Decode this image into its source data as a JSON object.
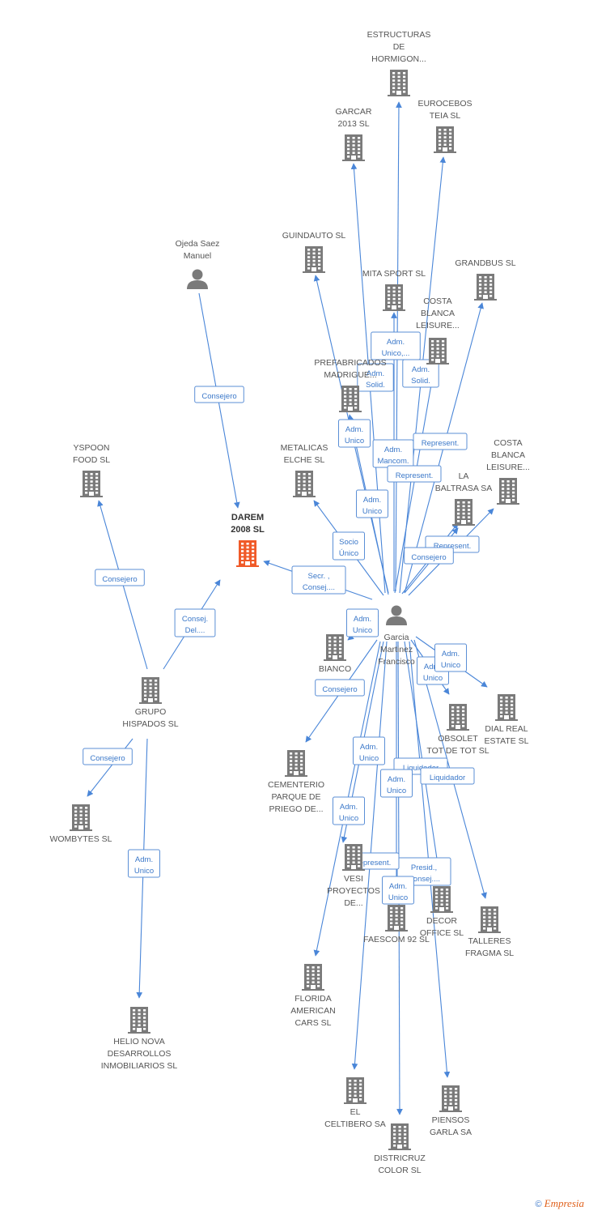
{
  "colors": {
    "building": "#7a7a7a",
    "main": "#f05a28",
    "edge": "#4a86d8",
    "box_text": "#3b78c9"
  },
  "nodes": [
    {
      "id": "darem",
      "type": "company",
      "main": true,
      "lines": [
        "DAREM",
        "2008 SL"
      ]
    },
    {
      "id": "ojeda",
      "type": "person",
      "lines": [
        "Ojeda Saez",
        "Manuel"
      ]
    },
    {
      "id": "garcia",
      "type": "person",
      "lines": [
        "Garcia",
        "Martinez",
        "Francisco"
      ]
    },
    {
      "id": "estructuras",
      "type": "company",
      "lines": [
        "ESTRUCTURAS",
        "DE",
        "HORMIGON..."
      ]
    },
    {
      "id": "garcar",
      "type": "company",
      "lines": [
        "GARCAR",
        "2013  SL"
      ]
    },
    {
      "id": "eurocebos",
      "type": "company",
      "lines": [
        "EUROCEBOS",
        "TEIA SL"
      ]
    },
    {
      "id": "guindauto",
      "type": "company",
      "lines": [
        "GUINDAUTO SL"
      ]
    },
    {
      "id": "mitasport",
      "type": "company",
      "lines": [
        "MITA SPORT SL"
      ]
    },
    {
      "id": "grandbus",
      "type": "company",
      "lines": [
        "GRANDBUS SL"
      ]
    },
    {
      "id": "costablanca1",
      "type": "company",
      "lines": [
        "COSTA",
        "BLANCA",
        "LEISURE..."
      ]
    },
    {
      "id": "prefabricados",
      "type": "company",
      "lines": [
        "PREFABRICADOS",
        "MADRIGUE..."
      ]
    },
    {
      "id": "metalicas",
      "type": "company",
      "lines": [
        "METALICAS",
        "ELCHE SL"
      ]
    },
    {
      "id": "costablanca2",
      "type": "company",
      "lines": [
        "COSTA",
        "BLANCA",
        "LEISURE..."
      ]
    },
    {
      "id": "labaltrasa",
      "type": "company",
      "lines": [
        "LA",
        "BALTRASA SA"
      ]
    },
    {
      "id": "yspoon",
      "type": "company",
      "lines": [
        "YSPOON",
        "FOOD SL"
      ]
    },
    {
      "id": "grupohispados",
      "type": "company",
      "lines": [
        "GRUPO",
        "HISPADOS SL"
      ]
    },
    {
      "id": "wombytes",
      "type": "company",
      "lines": [
        "WOMBYTES  SL"
      ]
    },
    {
      "id": "helionova",
      "type": "company",
      "lines": [
        "HELIO NOVA",
        "DESARROLLOS",
        "INMOBILIARIOS SL"
      ]
    },
    {
      "id": "bianco",
      "type": "company",
      "lines": [
        "BIANCO"
      ]
    },
    {
      "id": "cementerio",
      "type": "company",
      "lines": [
        "CEMENTERIO",
        "PARQUE DE",
        "PRIEGO DE..."
      ]
    },
    {
      "id": "obsolet",
      "type": "company",
      "lines": [
        "OBSOLET",
        "TOT DE TOT SL"
      ]
    },
    {
      "id": "dialreal",
      "type": "company",
      "lines": [
        "DIAL REAL",
        "ESTATE SL"
      ]
    },
    {
      "id": "vesi",
      "type": "company",
      "lines": [
        "VESI",
        "PROYECTOS",
        "DE..."
      ]
    },
    {
      "id": "faescom",
      "type": "company",
      "lines": [
        "FAESCOM 92 SL"
      ]
    },
    {
      "id": "decor",
      "type": "company",
      "lines": [
        "DECOR",
        "OFFICE SL"
      ]
    },
    {
      "id": "talleres",
      "type": "company",
      "lines": [
        "TALLERES",
        "FRAGMA SL"
      ]
    },
    {
      "id": "florida",
      "type": "company",
      "lines": [
        "FLORIDA",
        "AMERICAN",
        "CARS SL"
      ]
    },
    {
      "id": "elceltibero",
      "type": "company",
      "lines": [
        "EL",
        "CELTIBERO SA"
      ]
    },
    {
      "id": "piensos",
      "type": "company",
      "lines": [
        "PIENSOS",
        "GARLA SA"
      ]
    },
    {
      "id": "districruz",
      "type": "company",
      "lines": [
        "DISTRICRUZ",
        "COLOR SL"
      ]
    }
  ],
  "edges": [
    {
      "from": "ojeda",
      "to": "darem",
      "label": [
        "Consejero"
      ]
    },
    {
      "from": "garcia",
      "to": "darem",
      "label": [
        "Secr. ,",
        "Consej...."
      ]
    },
    {
      "from": "grupohispados",
      "to": "darem",
      "label": [
        "Consej.",
        "Del...."
      ]
    },
    {
      "from": "grupohispados",
      "to": "yspoon",
      "label": [
        "Consejero"
      ]
    },
    {
      "from": "grupohispados",
      "to": "wombytes",
      "label": [
        "Consejero"
      ]
    },
    {
      "from": "grupohispados",
      "to": "helionova",
      "label": [
        "Adm.",
        "Unico"
      ]
    },
    {
      "from": "garcia",
      "to": "estructuras",
      "label": []
    },
    {
      "from": "garcia",
      "to": "garcar",
      "label": [
        "Adm.",
        "Solid."
      ]
    },
    {
      "from": "garcia",
      "to": "eurocebos",
      "label": [
        "Adm.",
        "Solid."
      ]
    },
    {
      "from": "garcia",
      "to": "guindauto",
      "label": [
        "Adm.",
        "Unico"
      ]
    },
    {
      "from": "garcia",
      "to": "mitasport",
      "label": [
        "Adm.",
        "Unico,..."
      ]
    },
    {
      "from": "garcia",
      "to": "grandbus",
      "label": [
        "Represent."
      ]
    },
    {
      "from": "garcia",
      "to": "costablanca1",
      "label": [
        "Adm.",
        "Mancom."
      ]
    },
    {
      "from": "garcia",
      "to": "prefabricados",
      "label": [
        "Represent."
      ]
    },
    {
      "from": "garcia",
      "to": "metalicas",
      "label": [
        "Socio",
        "Único"
      ]
    },
    {
      "from": "garcia",
      "to": "costablanca2",
      "label": [
        "Represent."
      ]
    },
    {
      "from": "garcia",
      "to": "labaltrasa",
      "label": [
        "Consejero"
      ]
    },
    {
      "from": "garcia",
      "to": "labaltrasa",
      "label": [
        "Adm.",
        "Unico"
      ]
    },
    {
      "from": "garcia",
      "to": "bianco",
      "label": [
        "Adm.",
        "Unico"
      ]
    },
    {
      "from": "garcia",
      "to": "cementerio",
      "label": [
        "Consejero"
      ]
    },
    {
      "from": "garcia",
      "to": "obsolet",
      "label": [
        "Adm.",
        "Unico"
      ]
    },
    {
      "from": "garcia",
      "to": "dialreal",
      "label": [
        "Adm.",
        "Unico"
      ]
    },
    {
      "from": "garcia",
      "to": "vesi",
      "label": [
        "Adm.",
        "Unico"
      ]
    },
    {
      "from": "garcia",
      "to": "faescom",
      "label": [
        "Liquidador"
      ]
    },
    {
      "from": "garcia",
      "to": "decor",
      "label": [
        "Presid.,",
        "Consej...."
      ]
    },
    {
      "from": "garcia",
      "to": "talleres",
      "label": [
        "Liquidador"
      ]
    },
    {
      "from": "garcia",
      "to": "florida",
      "label": [
        "Adm.",
        "Unico"
      ]
    },
    {
      "from": "garcia",
      "to": "elceltibero",
      "label": [
        "Represent."
      ]
    },
    {
      "from": "garcia",
      "to": "piensos",
      "label": [
        "Adm.",
        "Unico"
      ]
    },
    {
      "from": "garcia",
      "to": "districruz",
      "label": [
        "Adm.",
        "Unico"
      ]
    }
  ],
  "footer": {
    "copyright": "©",
    "brand": "Empresia"
  }
}
